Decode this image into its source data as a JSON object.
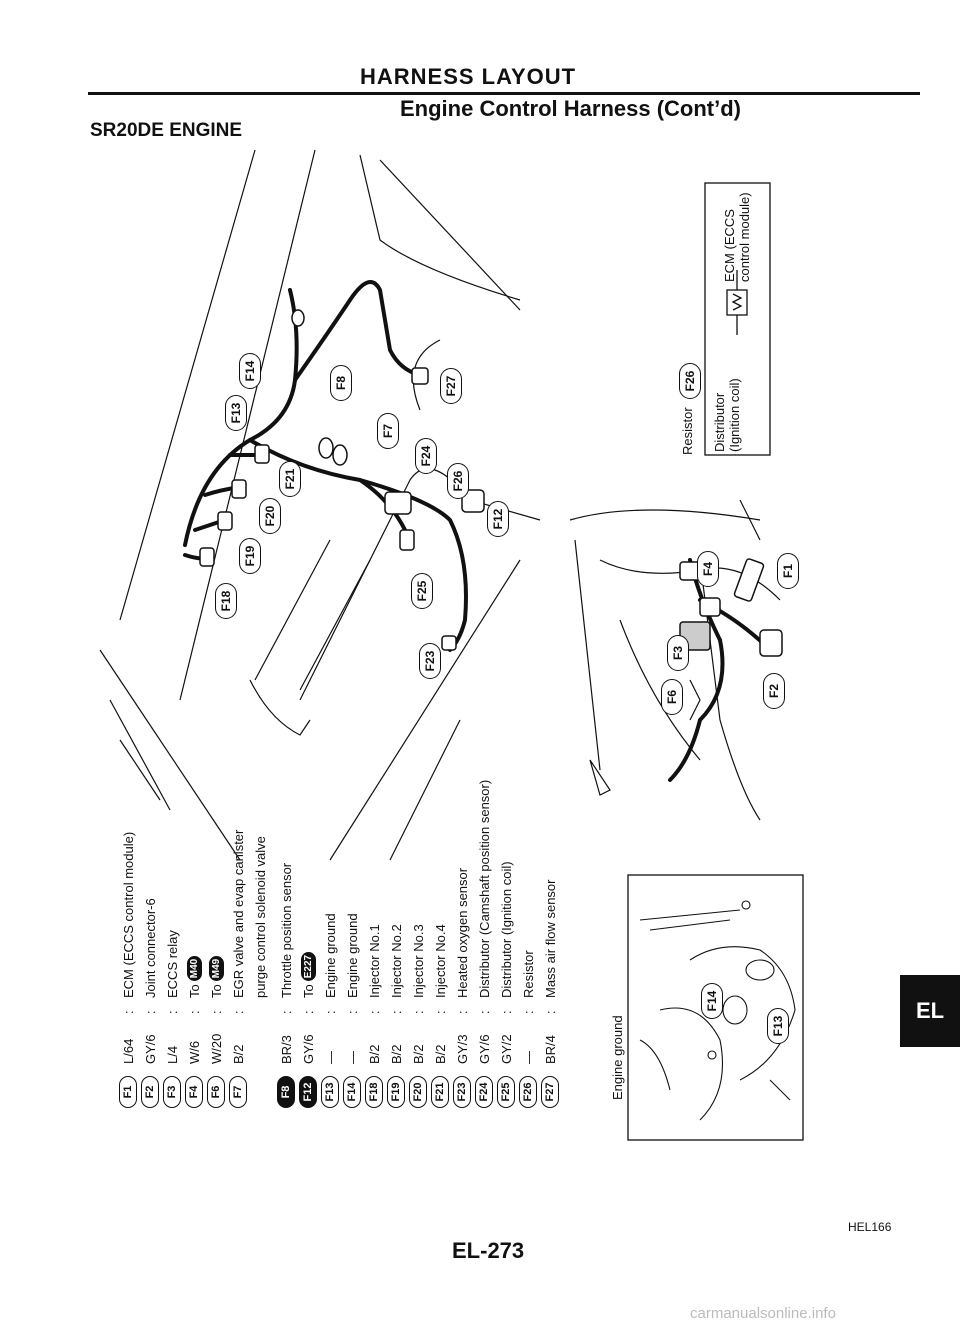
{
  "header": {
    "title": "HARNESS LAYOUT",
    "subtitle": "Engine Control Harness (Cont’d)",
    "section": "SR20DE ENGINE"
  },
  "legend": [
    {
      "code": "F1",
      "wire": "L/64",
      "desc": "ECM (ECCS control module)"
    },
    {
      "code": "F2",
      "wire": "GY/6",
      "desc": "Joint connector-6"
    },
    {
      "code": "F3",
      "wire": "L/4",
      "desc": "ECCS relay"
    },
    {
      "code": "F4",
      "wire": "W/6",
      "desc": "To",
      "to": "M40"
    },
    {
      "code": "F6",
      "wire": "W/20",
      "desc": "To",
      "to": "M49"
    },
    {
      "code": "F7",
      "wire": "B/2",
      "desc": "EGR valve and evap canister"
    },
    {
      "code": "",
      "wire": "",
      "desc": "purge control solenoid valve"
    },
    {
      "code": "F8",
      "wire": "BR/3",
      "desc": "Throttle position sensor"
    },
    {
      "code": "F12",
      "wire": "GY/6",
      "desc": "To",
      "to": "E227"
    },
    {
      "code": "F13",
      "wire": "—",
      "desc": "Engine ground"
    },
    {
      "code": "F14",
      "wire": "—",
      "desc": "Engine ground"
    },
    {
      "code": "F18",
      "wire": "B/2",
      "desc": "Injector No.1"
    },
    {
      "code": "F19",
      "wire": "B/2",
      "desc": "Injector No.2"
    },
    {
      "code": "F20",
      "wire": "B/2",
      "desc": "Injector No.3"
    },
    {
      "code": "F21",
      "wire": "B/2",
      "desc": "Injector No.4"
    },
    {
      "code": "F23",
      "wire": "GY/3",
      "desc": "Heated oxygen sensor"
    },
    {
      "code": "F24",
      "wire": "GY/6",
      "desc": "Distributor (Camshaft position sensor)"
    },
    {
      "code": "F25",
      "wire": "GY/2",
      "desc": "Distributor (Ignition coil)"
    },
    {
      "code": "F26",
      "wire": "—",
      "desc": "Resistor"
    },
    {
      "code": "F27",
      "wire": "BR/4",
      "desc": "Mass air flow sensor"
    }
  ],
  "callouts": [
    "F14",
    "F13",
    "F8",
    "F27",
    "F7",
    "F21",
    "F24",
    "F20",
    "F26",
    "F19",
    "F12",
    "F18",
    "F25",
    "F23",
    "F4",
    "F1",
    "F3",
    "F6",
    "F2",
    "F14",
    "F13"
  ],
  "resistor_box": {
    "label": "Resistor",
    "code": "F26",
    "left_label": "Distributor (Ignition coil)",
    "right_label": "ECM (ECCS control module)"
  },
  "inset": {
    "label": "Engine ground"
  },
  "tab_label": "EL",
  "figure_id": "HEL166",
  "page_number": "EL-273",
  "watermark": "carmanualsonline.info"
}
